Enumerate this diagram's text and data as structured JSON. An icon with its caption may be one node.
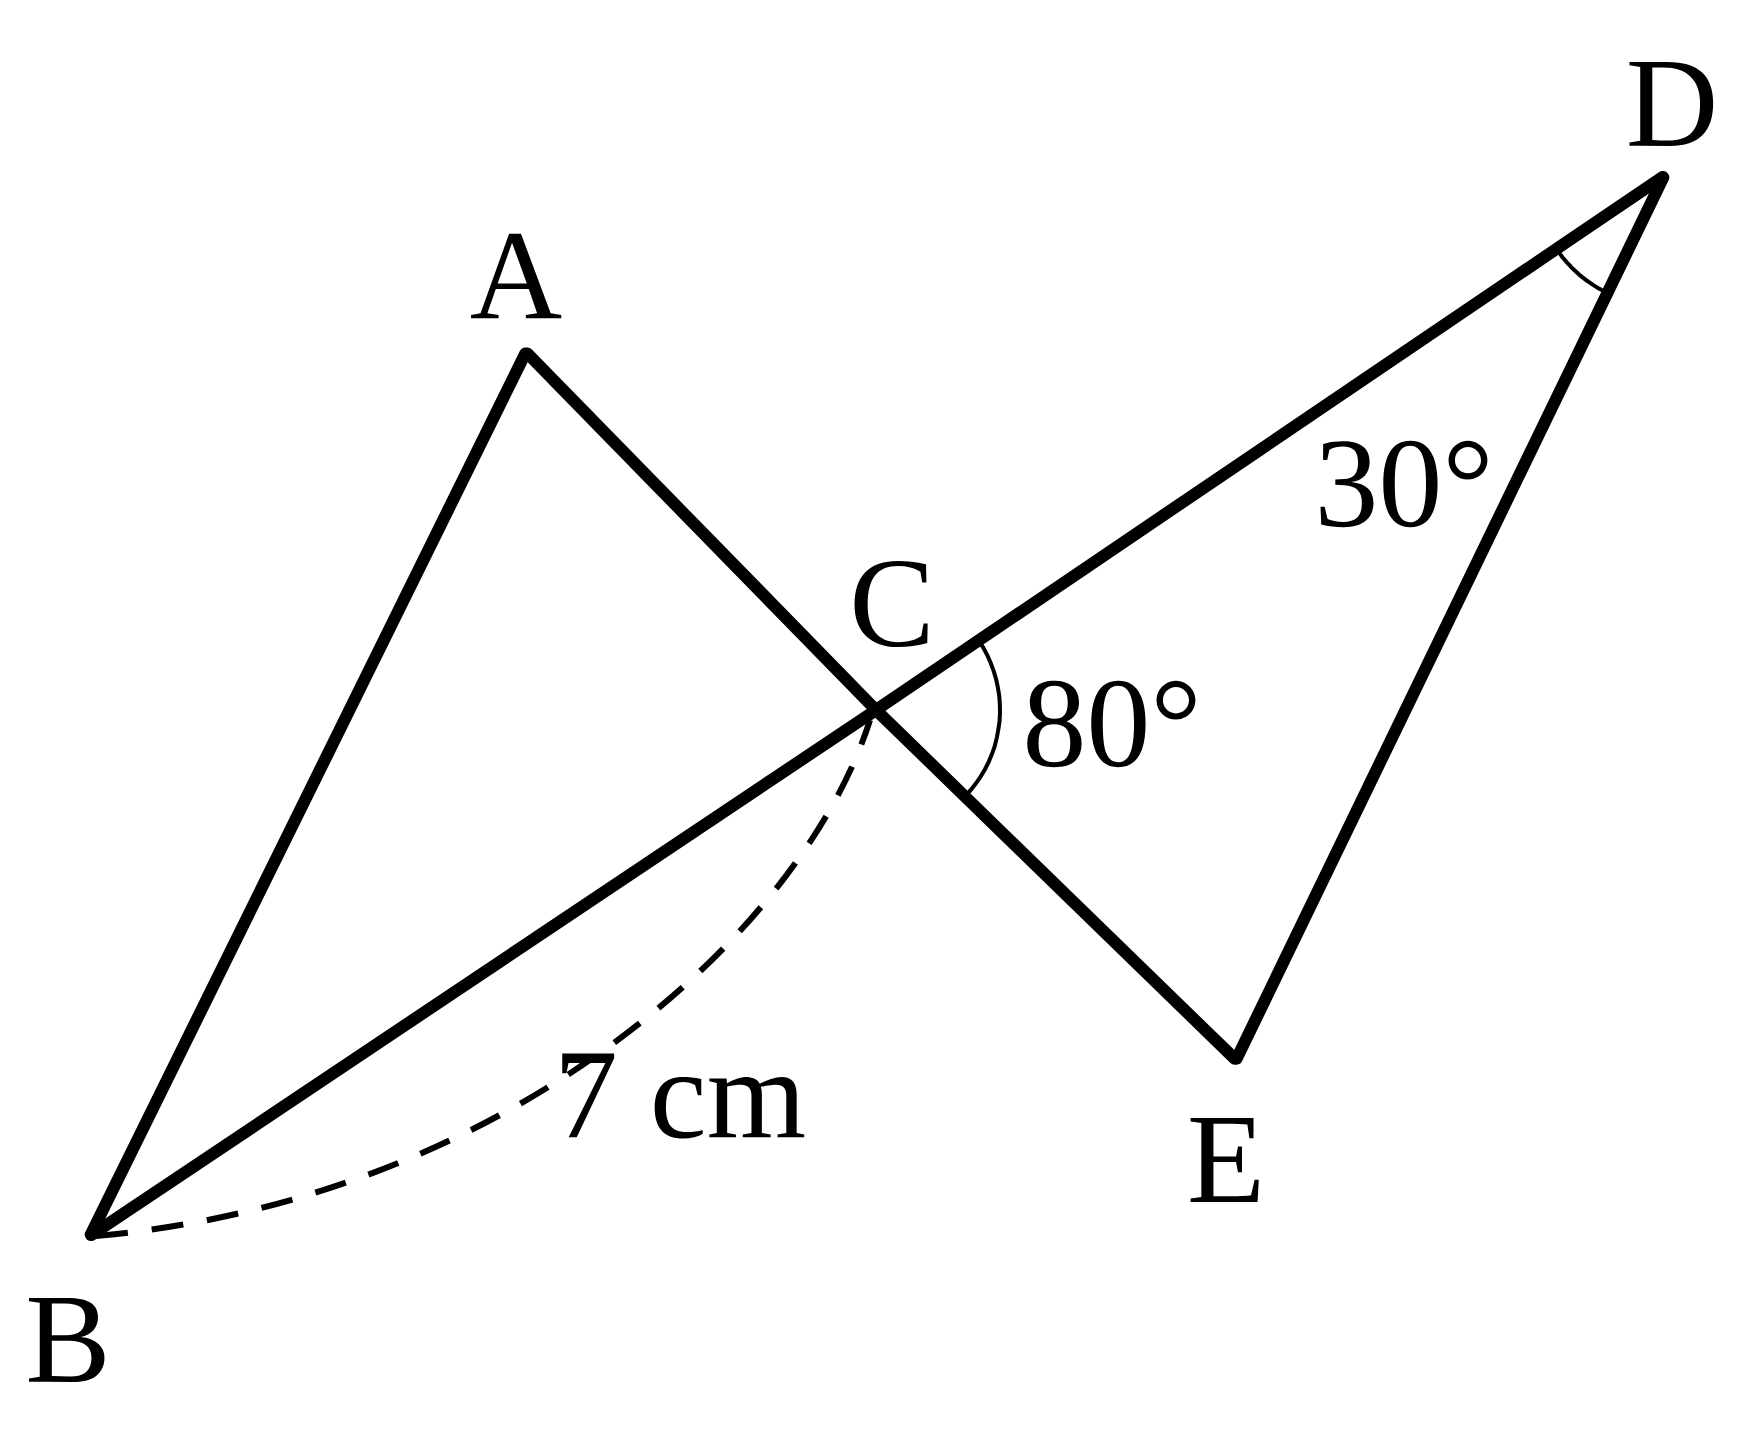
{
  "diagram": {
    "nodes": [
      {
        "text": [
          "A"
        ]
      },
      {
        "text": [
          "B"
        ]
      },
      {
        "text": [
          "C"
        ]
      },
      {
        "text": [
          "D"
        ]
      },
      {
        "text": [
          "E"
        ]
      }
    ],
    "edges": [
      {
        "from": 0,
        "to": 1,
        "arrow": "none"
      },
      {
        "from": 0,
        "to": 2,
        "arrow": "none"
      },
      {
        "from": 2,
        "to": 4,
        "arrow": "none"
      },
      {
        "from": 1,
        "to": 2,
        "arrow": "none"
      },
      {
        "from": 2,
        "to": 3,
        "arrow": "none"
      },
      {
        "from": 3,
        "to": 4,
        "arrow": "none"
      }
    ],
    "labels": [
      "80°",
      "30°",
      "7 cm"
    ]
  }
}
